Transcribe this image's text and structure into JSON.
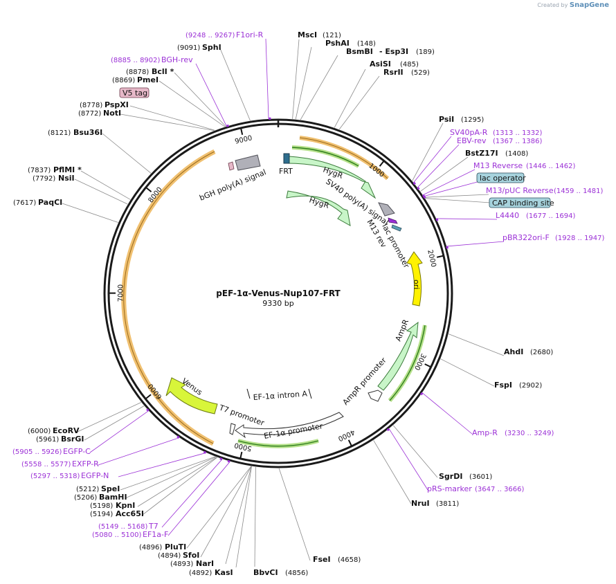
{
  "watermark": {
    "prefix": "Created by",
    "brand": "SnapGene"
  },
  "plasmid": {
    "name": "pEF-1α-Venus-Nup107-FRT",
    "size": "9330 bp",
    "length": 9330
  },
  "ticks": [
    {
      "pos": 1000,
      "label": "1000"
    },
    {
      "pos": 2000,
      "label": "2000"
    },
    {
      "pos": 3000,
      "label": "3000"
    },
    {
      "pos": 4000,
      "label": "4000"
    },
    {
      "pos": 5000,
      "label": "5000"
    },
    {
      "pos": 6000,
      "label": "6000"
    },
    {
      "pos": 7000,
      "label": "7000"
    },
    {
      "pos": 8000,
      "label": "8000"
    },
    {
      "pos": 9000,
      "label": "9000"
    }
  ],
  "enzymes": [
    {
      "name": "MscI",
      "pos": "(121)"
    },
    {
      "name": "PshAI",
      "pos": "(148)"
    },
    {
      "name": "BsmBI",
      "extra": "- Esp3I",
      "pos": "(189)"
    },
    {
      "name": "AsiSI",
      "pos": "(485)"
    },
    {
      "name": "RsrII",
      "pos": "(529)"
    },
    {
      "name": "PsiI",
      "pos": "(1295)"
    },
    {
      "name": "BstZ17I",
      "pos": "(1408)"
    },
    {
      "name": "AhdI",
      "pos": "(2680)"
    },
    {
      "name": "FspI",
      "pos": "(2902)"
    },
    {
      "name": "SgrDI",
      "pos": "(3601)"
    },
    {
      "name": "NruI",
      "pos": "(3811)"
    },
    {
      "name": "FseI",
      "pos": "(4658)"
    },
    {
      "name": "BbvCI",
      "pos": "(4856)"
    },
    {
      "name": "KasI",
      "pos": "(4892)"
    },
    {
      "name": "NarI",
      "pos": "(4893)"
    },
    {
      "name": "SfoI",
      "pos": "(4894)"
    },
    {
      "name": "PluTI",
      "pos": "(4896)"
    },
    {
      "name": "Acc65I",
      "pos": "(5194)"
    },
    {
      "name": "KpnI",
      "pos": "(5198)"
    },
    {
      "name": "BamHI",
      "pos": "(5206)"
    },
    {
      "name": "SpeI",
      "pos": "(5212)"
    },
    {
      "name": "BsrGI",
      "pos": "(5961)"
    },
    {
      "name": "EcoRV",
      "pos": "(6000)"
    },
    {
      "name": "PaqCI",
      "pos": "(7617)"
    },
    {
      "name": "NsiI",
      "pos": "(7792)"
    },
    {
      "name": "PflMI *",
      "pos": "(7837)"
    },
    {
      "name": "Bsu36I",
      "pos": "(8121)"
    },
    {
      "name": "NotI",
      "pos": "(8772)"
    },
    {
      "name": "PspXI",
      "pos": "(8778)"
    },
    {
      "name": "PmeI",
      "pos": "(8869)"
    },
    {
      "name": "BclI *",
      "pos": "(8878)"
    },
    {
      "name": "SphI",
      "pos": "(9091)"
    }
  ],
  "primers": [
    {
      "name": "F1ori-R",
      "range": "(9248 .. 9267)"
    },
    {
      "name": "BGH-rev",
      "range": "(8885 .. 8902)"
    },
    {
      "name": "SV40pA-R",
      "range": "(1313 .. 1332)"
    },
    {
      "name": "EBV-rev",
      "range": "(1367 .. 1386)"
    },
    {
      "name": "M13 Reverse",
      "range": "(1446 .. 1462)"
    },
    {
      "name": "M13/pUC Reverse",
      "range": "(1459 .. 1481)"
    },
    {
      "name": "L4440",
      "range": "(1677 .. 1694)"
    },
    {
      "name": "pBR322ori-F",
      "range": "(1928 .. 1947)"
    },
    {
      "name": "Amp-R",
      "range": "(3230 .. 3249)"
    },
    {
      "name": "pRS-marker",
      "range": "(3647 .. 3666)"
    },
    {
      "name": "T7",
      "range": "(5149 .. 5168)"
    },
    {
      "name": "EF1a-F",
      "range": "(5080 .. 5100)"
    },
    {
      "name": "EGFP-N",
      "range": "(5297 .. 5318)"
    },
    {
      "name": "EXFP-R",
      "range": "(5558 .. 5577)"
    },
    {
      "name": "EGFP-C",
      "range": "(5905 .. 5926)"
    }
  ],
  "boxed": [
    {
      "name": "V5 tag",
      "color": "#e6b8c8"
    },
    {
      "name": "lac operator",
      "color": "#a7d3dd"
    },
    {
      "name": "CAP binding site",
      "color": "#a7d3dd"
    }
  ],
  "features": [
    {
      "name": "HygR"
    },
    {
      "name": "HygR"
    },
    {
      "name": "FRT"
    },
    {
      "name": "SV40 poly(A) signal"
    },
    {
      "name": "M13 rev"
    },
    {
      "name": "lac promoter"
    },
    {
      "name": "ori"
    },
    {
      "name": "AmpR"
    },
    {
      "name": "AmpR promoter"
    },
    {
      "name": "EF-1α promoter"
    },
    {
      "name": "EF-1α intron A"
    },
    {
      "name": "T7 promoter"
    },
    {
      "name": "Venus"
    },
    {
      "name": "bGH poly(A) signal"
    }
  ],
  "colors": {
    "hyg": "#c8f5c8",
    "ori": "#fff200",
    "venus": "#d8f53a",
    "orf": "#f5c27a",
    "primer": "#9b30d6",
    "backbone": "#1a1a1a"
  }
}
